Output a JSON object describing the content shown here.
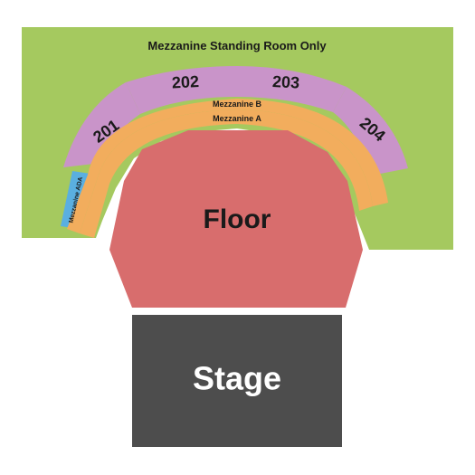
{
  "colors": {
    "standing": "#a5c95f",
    "upper": "#c994c9",
    "ring": "#f2ad5d",
    "ada": "#5aafe0",
    "floor": "#d86d6d",
    "stage": "#4d4d4d",
    "background": "#ffffff"
  },
  "mezzanine_standing": {
    "label": "Mezzanine Standing Room Only"
  },
  "sections": {
    "s201": {
      "label": "201"
    },
    "s202": {
      "label": "202"
    },
    "s203": {
      "label": "203"
    },
    "s204": {
      "label": "204"
    }
  },
  "mezzanine_b": {
    "label": "Mezzanine B"
  },
  "mezzanine_a": {
    "label": "Mezzanine A"
  },
  "mezzanine_ada": {
    "label": "Mezzanine ADA"
  },
  "floor": {
    "label": "Floor"
  },
  "stage": {
    "label": "Stage"
  }
}
